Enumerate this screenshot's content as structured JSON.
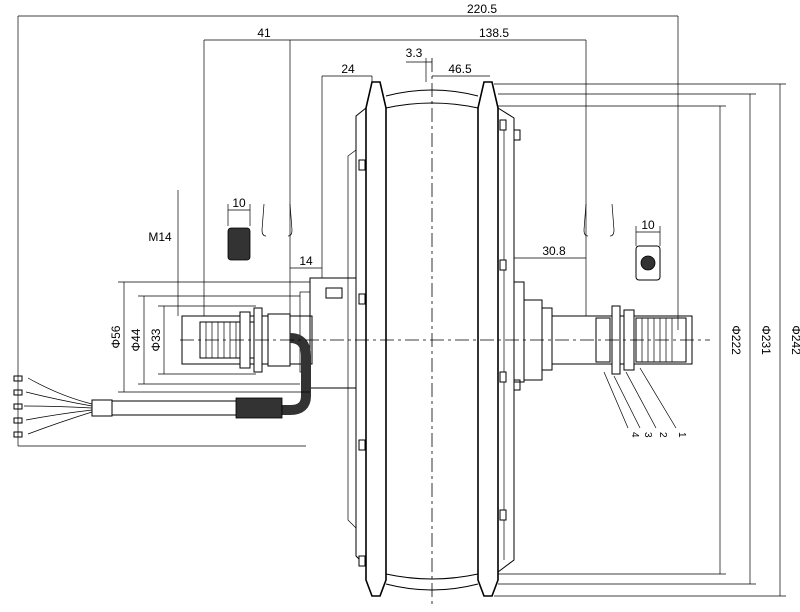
{
  "dimensions": {
    "overall_width": "220.5",
    "axle_left": "41",
    "hub_span": "138.5",
    "flange_left": "24",
    "offset_center": "3.3",
    "half_width_right": "46.5",
    "nut_left_width": "10",
    "nut_right_width": "10",
    "thread": "M14",
    "shoulder_left": "14",
    "shoulder_right": "30.8",
    "dia_56": "Φ56",
    "dia_44": "Φ44",
    "dia_33": "Φ33",
    "dia_222": "Φ222",
    "dia_231": "Φ231",
    "dia_242": "Φ242"
  },
  "parts": {
    "p1": "1",
    "p2": "2",
    "p3": "3",
    "p4": "4"
  }
}
